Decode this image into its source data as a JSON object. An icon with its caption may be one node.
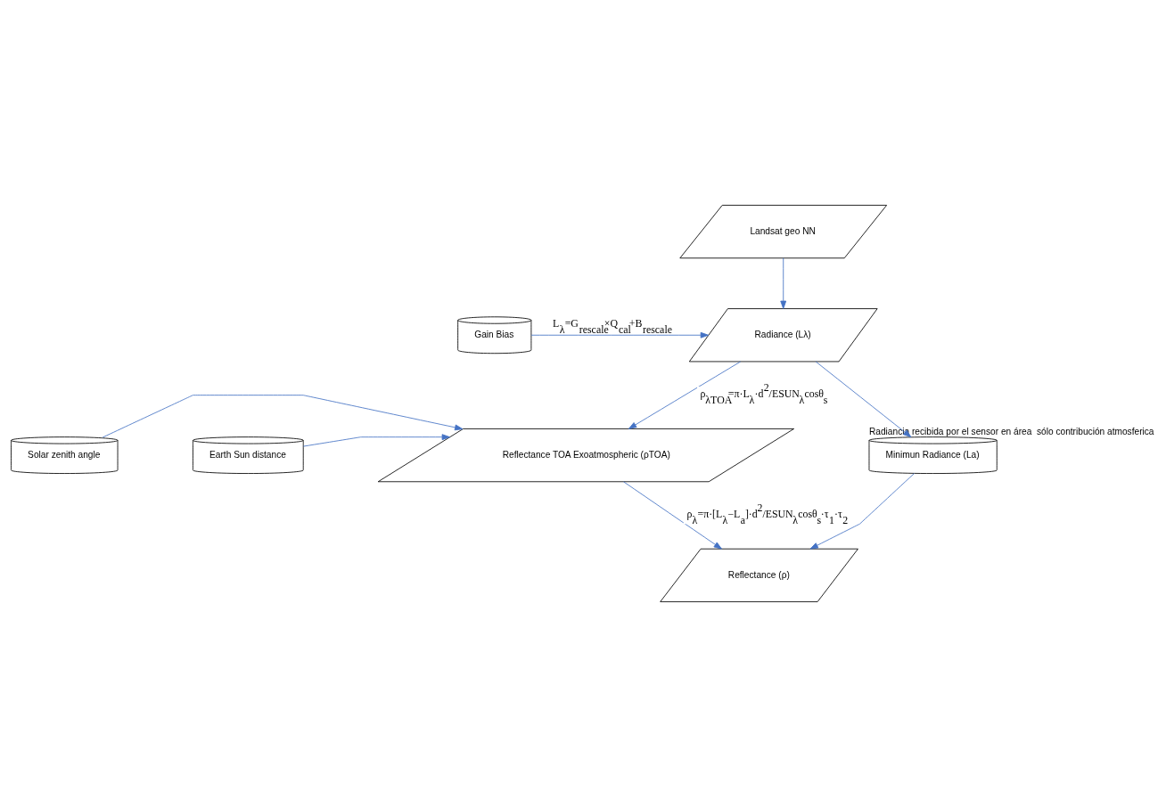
{
  "diagram": {
    "nodes": [
      {
        "text": [
          "Landsat geo NN"
        ]
      },
      {
        "text": [
          "Gain Bias"
        ]
      },
      {
        "text": [
          "Radiance (Lλ)"
        ]
      },
      {
        "text": [
          "Solar zenith angle"
        ]
      },
      {
        "text": [
          "Earth Sun distance"
        ]
      },
      {
        "text": [
          "Reflectance TOA Exoatmospheric (ρTOA)"
        ]
      },
      {
        "text": [
          "Minimun Radiance (La)"
        ],
        "beside": [
          "Radiancia recibida por el sensor en área  sólo contribución atmosferica"
        ]
      },
      {
        "text": [
          "Reflectance (ρ)"
        ]
      }
    ],
    "edges": [
      {
        "from": 0,
        "to": 2,
        "arrow": "to"
      },
      {
        "from": 1,
        "to": 2,
        "arrow": "to",
        "label": "L$_{λ}$=G$_{rescale}$×Q$_{cal}$+B$_{rescale}$"
      },
      {
        "from": 2,
        "to": 5,
        "arrow": "to",
        "label": "ρ$_{λTOA}$=π·L$_{λ}$·d$^{2}$/ESUN$_{λ}$cosθ$_{s}$"
      },
      {
        "from": 2,
        "to": 6,
        "arrow": "to"
      },
      {
        "from": 3,
        "to": 5,
        "arrow": "to"
      },
      {
        "from": 4,
        "to": 5,
        "arrow": "to"
      },
      {
        "from": 5,
        "to": 7,
        "arrow": "to",
        "label": "ρ$_{λ}$=π·[L$_{λ}$−L$_{a}$]·d$^{2}$/ESUN$_{λ}$cosθ$_{s}$·τ$_{1}$·τ$_{2}$"
      },
      {
        "from": 6,
        "to": 7,
        "arrow": "to"
      }
    ]
  }
}
